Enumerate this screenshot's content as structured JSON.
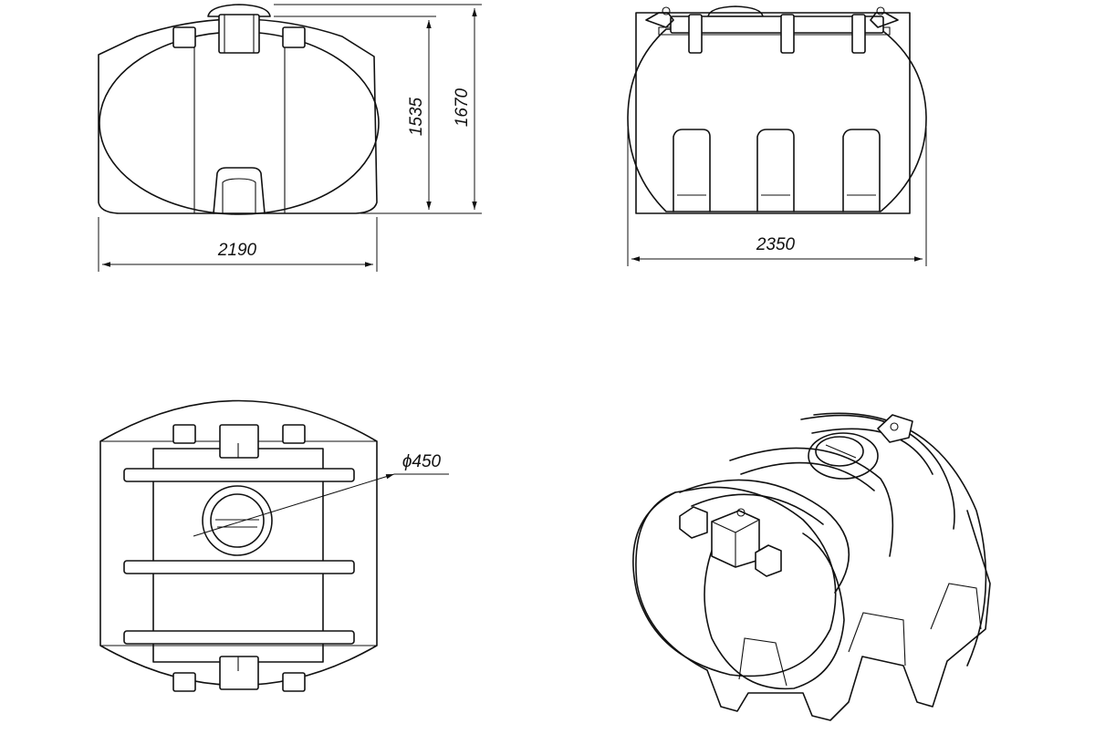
{
  "dimensions": {
    "front_width": "2190",
    "side_length": "2350",
    "body_height": "1535",
    "total_height": "1670",
    "hatch_diameter": "ϕ450"
  }
}
